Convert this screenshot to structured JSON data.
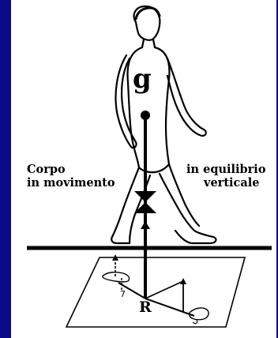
{
  "diagram": {
    "label_left_line1": "Corpo",
    "label_left_line2": "in movimento",
    "label_right_line1": "in equilibrio",
    "label_right_line2": "verticale",
    "label_center_of_gravity": "g",
    "label_ground_reaction": "R",
    "footprint_mark": "7",
    "colors": {
      "background": "#0b0b8a",
      "panel": "#ffffff",
      "ink": "#000000"
    }
  }
}
